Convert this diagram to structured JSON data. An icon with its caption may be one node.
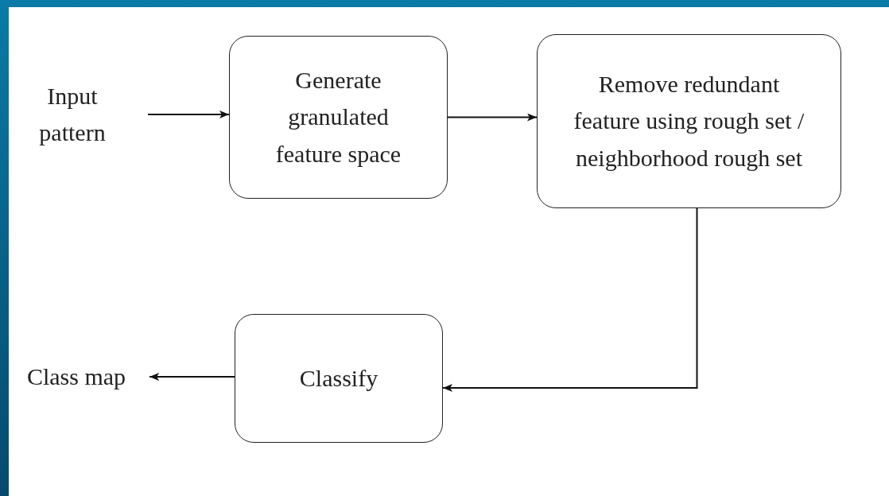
{
  "diagram": {
    "nodes": [
      {
        "text": [
          "Input pattern"
        ]
      },
      {
        "text": [
          "Generate granulated feature space"
        ]
      },
      {
        "text": [
          "Remove redundant feature using rough set / neighborhood rough set"
        ]
      },
      {
        "text": [
          "Classify"
        ]
      },
      {
        "text": [
          "Class map"
        ]
      }
    ],
    "edges": [
      {
        "from": 0,
        "to": 1,
        "arrow": "to"
      },
      {
        "from": 1,
        "to": 2,
        "arrow": "to"
      },
      {
        "from": 2,
        "to": 3,
        "arrow": "to"
      },
      {
        "from": 3,
        "to": 4,
        "arrow": "to"
      }
    ]
  }
}
